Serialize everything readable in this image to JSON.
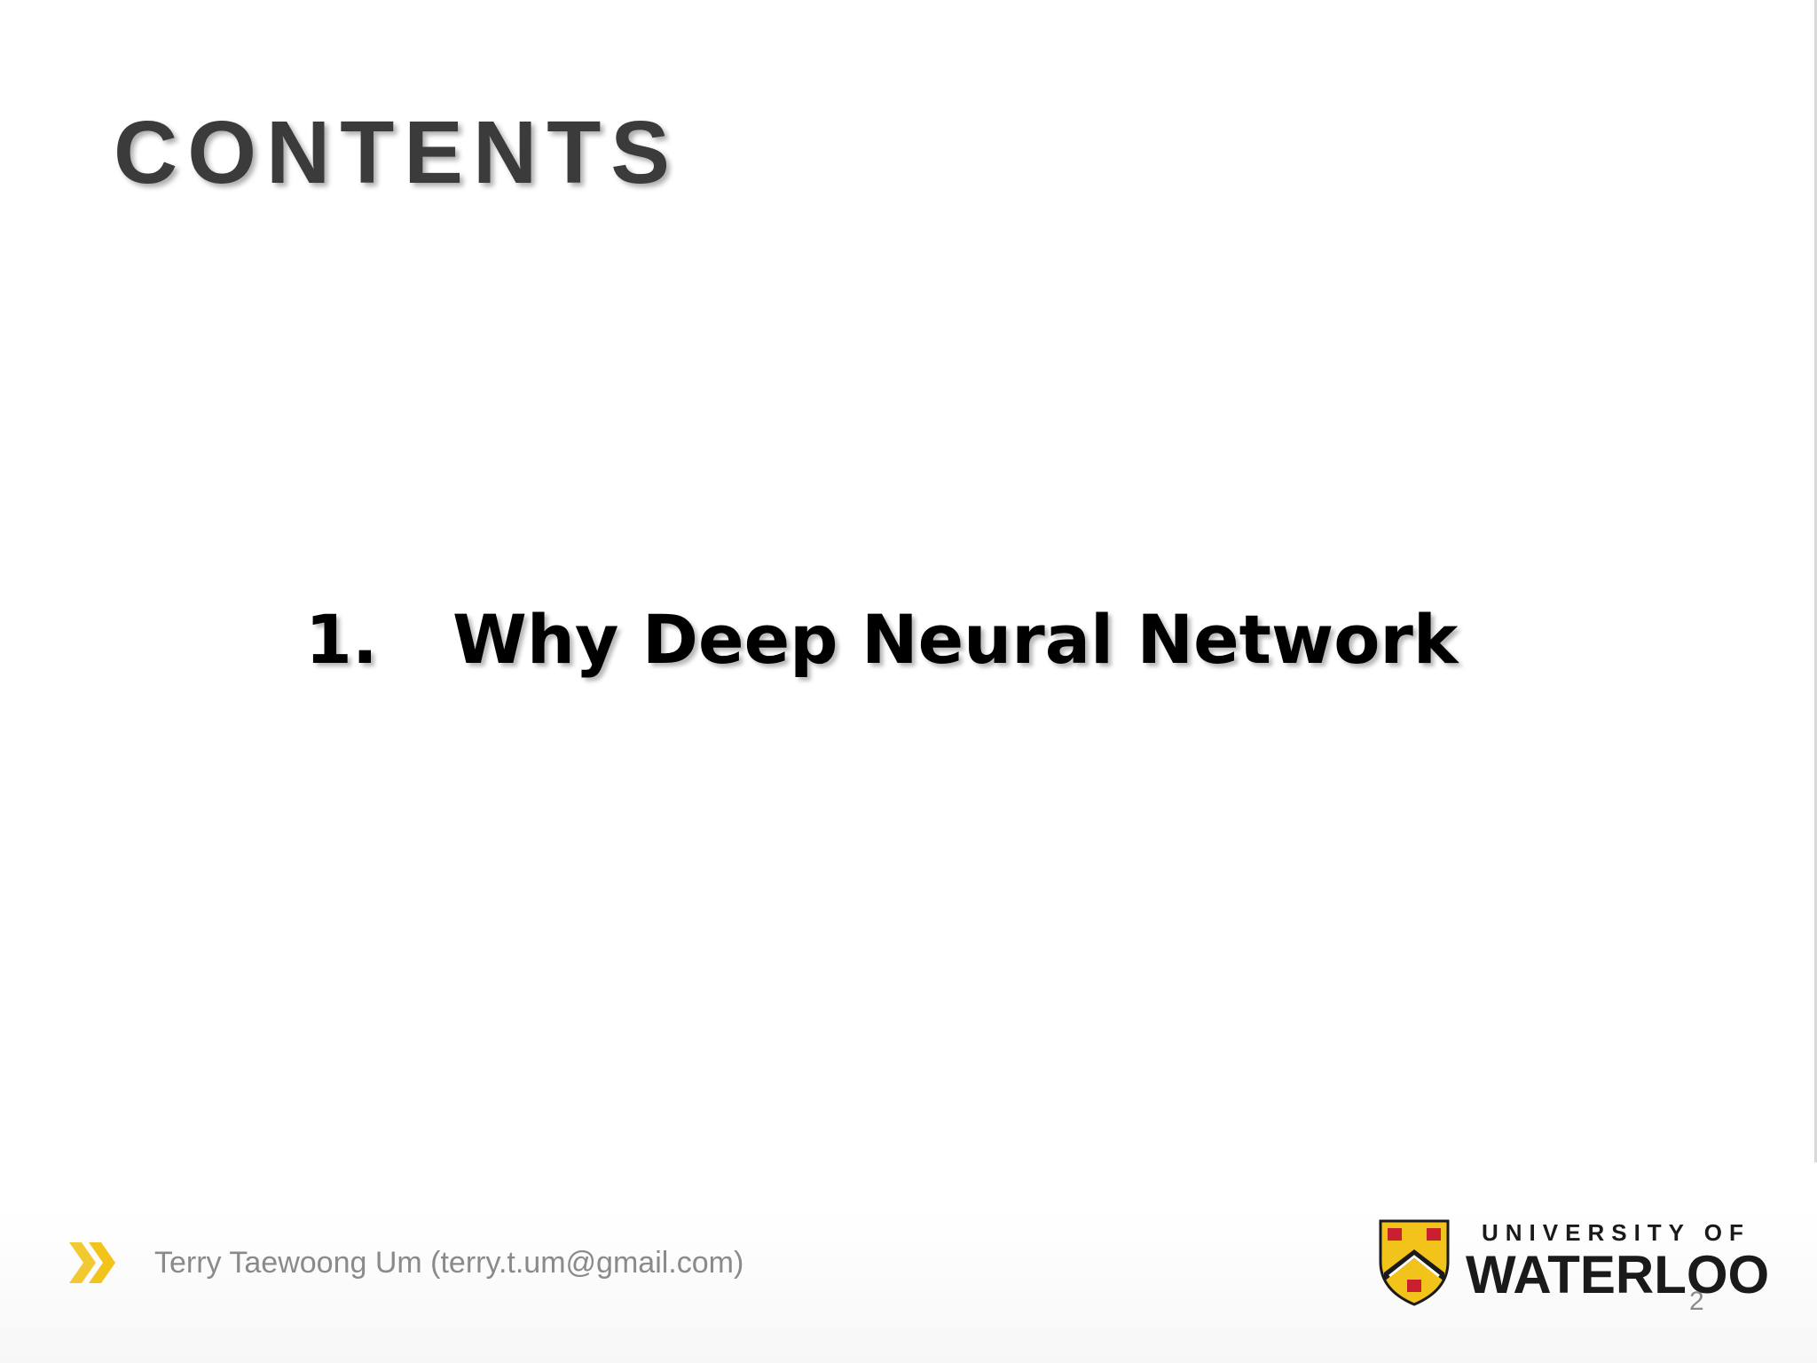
{
  "slide": {
    "title": "CONTENTS",
    "items": [
      {
        "number": "1.",
        "text": "Why Deep Neural Network"
      }
    ]
  },
  "footer": {
    "author": "Terry Taewoong Um (terry.t.um@gmail.com)",
    "page_number": "2",
    "logo": {
      "line1": "UNIVERSITY OF",
      "line2": "WATERLOO"
    },
    "icons": {
      "bullet": "double-chevron-icon",
      "crest": "university-crest-icon"
    }
  },
  "colors": {
    "title": "#3b3b3b",
    "body_text": "#000000",
    "footer_text": "#8a8a8a",
    "chevron": "#f2c31b",
    "crest_gold": "#f2c31b",
    "crest_red": "#c8202f",
    "crest_black": "#1a1a1a"
  }
}
